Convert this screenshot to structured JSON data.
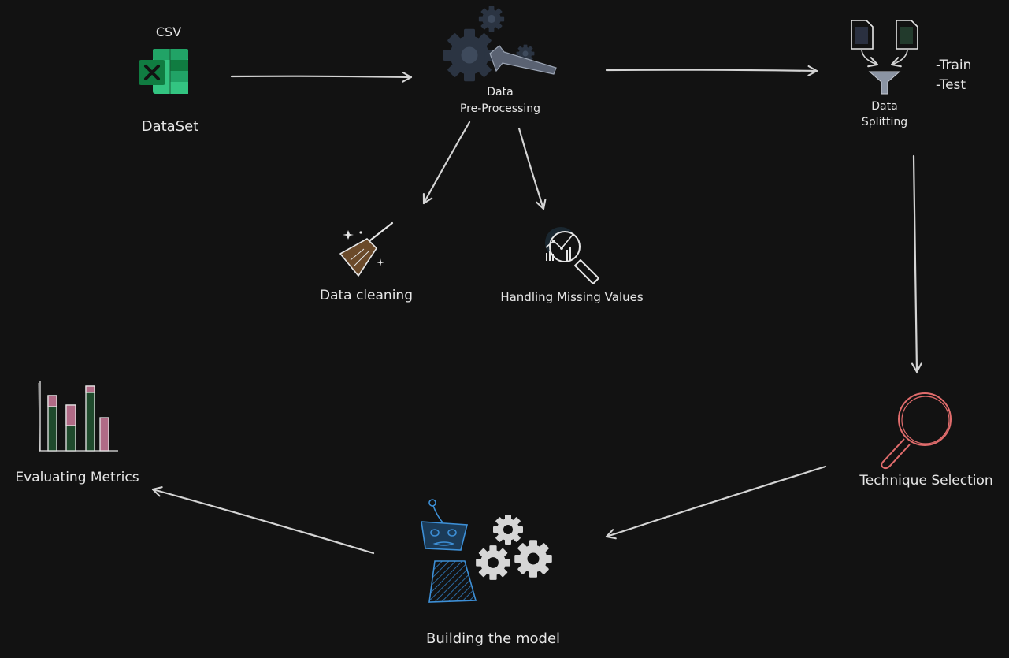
{
  "nodes": {
    "dataset": {
      "label": "DataSet",
      "caption": "CSV"
    },
    "preprocessing": {
      "label_line1": "Data",
      "label_line2": "Pre-Processing"
    },
    "splitting": {
      "label_line1": "Data",
      "label_line2": "Splitting",
      "note_train": "-Train",
      "note_test": "-Test"
    },
    "cleaning": {
      "label": "Data cleaning"
    },
    "missing": {
      "label": "Handling Missing Values"
    },
    "technique": {
      "label": "Technique Selection"
    },
    "building": {
      "label": "Building the model"
    },
    "metrics": {
      "label": "Evaluating Metrics"
    }
  },
  "icons": {
    "dataset": "excel-icon",
    "preprocessing": "gears-wrench-icon",
    "splitting": "documents-funnel-icon",
    "cleaning": "broom-icon",
    "missing": "magnifier-chart-icon",
    "technique": "magnifier-icon",
    "building": "robot-gears-icon",
    "metrics": "bar-chart-icon"
  },
  "colors": {
    "background": "#121212",
    "text": "#e6e6e6",
    "arrow": "#d4d4d4",
    "excel_green": "#21a366",
    "gear_dark": "#2b3442",
    "magnifier_red": "#e06c6c",
    "robot_blue": "#3d8fd6",
    "bar_green": "#1f4a2c",
    "bar_pink": "#b06b86"
  }
}
